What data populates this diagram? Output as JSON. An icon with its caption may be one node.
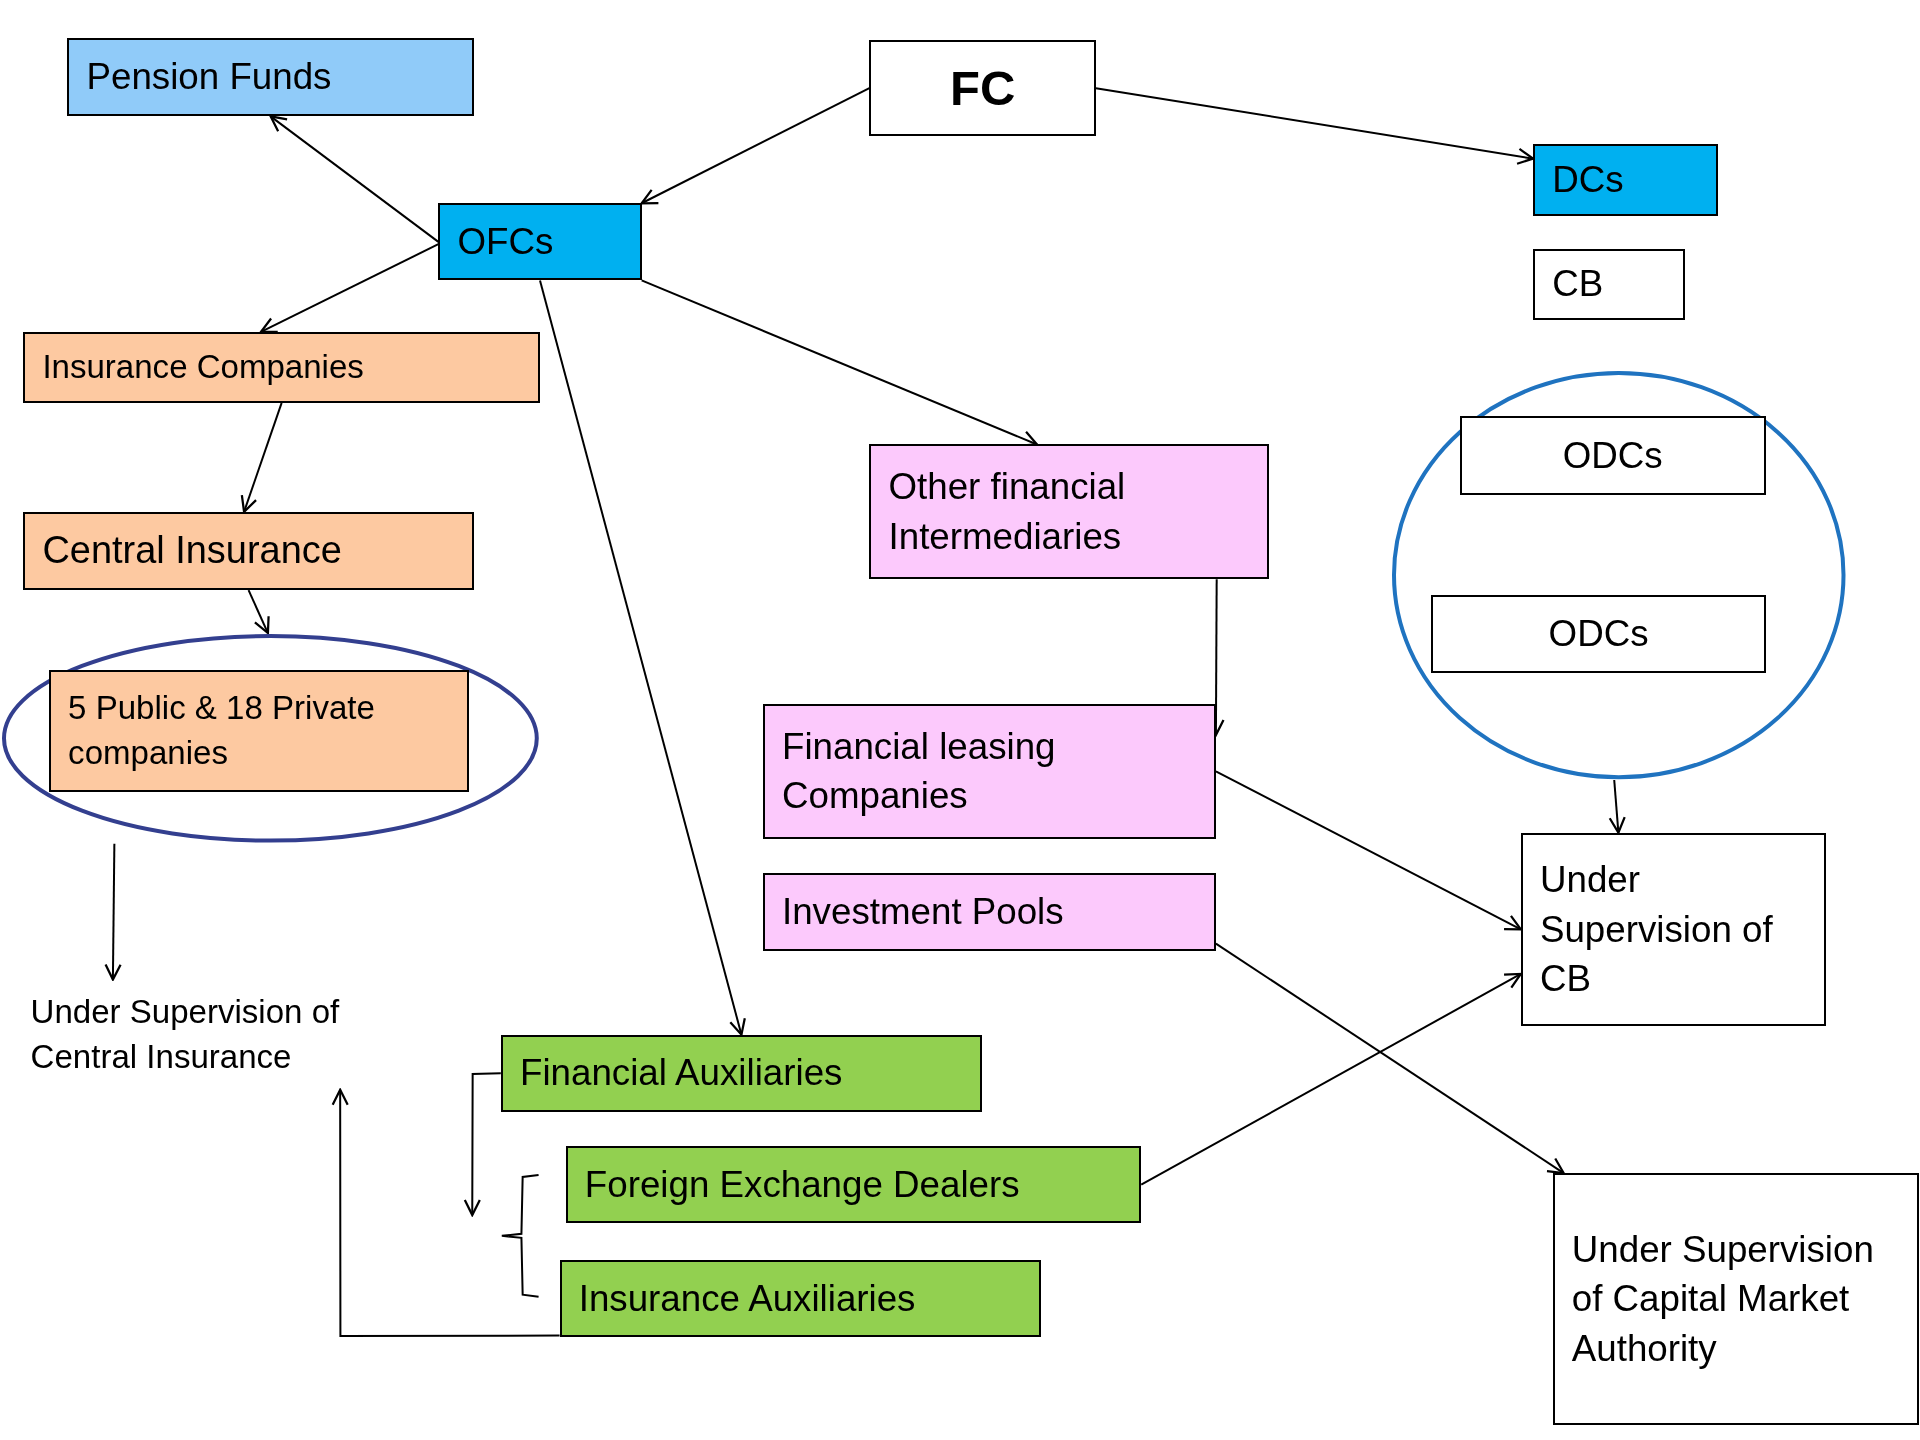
{
  "diagram": {
    "nodes": [
      {
        "text": [
          "FC"
        ]
      },
      {
        "text": [
          "Pension Funds"
        ]
      },
      {
        "text": [
          "OFCs"
        ]
      },
      {
        "text": [
          "DCs"
        ]
      },
      {
        "text": [
          "CB"
        ]
      },
      {
        "text": [
          "Insurance Companies"
        ]
      },
      {
        "text": [
          "Other financial Intermediaries"
        ]
      },
      {
        "text": [],
        "shape": "circle"
      },
      {
        "text": [
          "ODCs"
        ],
        "in": 7
      },
      {
        "text": [
          "ODCs"
        ],
        "in": 7
      },
      {
        "text": [
          "Central Insurance"
        ]
      },
      {
        "text": [],
        "shape": "circle"
      },
      {
        "text": [
          "5 Public & 18 Private companies"
        ],
        "in": 11
      },
      {
        "text": [
          "Financial leasing Companies"
        ]
      },
      {
        "text": [
          "Investment Pools"
        ]
      },
      {
        "text": [
          "Under Supervision of CB"
        ]
      },
      {
        "text": [
          "Under Supervision of Central Insurance"
        ]
      },
      {
        "text": [
          "Financial Auxiliaries"
        ]
      },
      {
        "text": [
          "Foreign Exchange Dealers"
        ]
      },
      {
        "text": [
          "Insurance Auxiliaries"
        ]
      },
      {
        "text": [
          "Under Supervision of Capital Market Authority"
        ]
      },
      {
        "text": [],
        "shape": "bracket"
      }
    ],
    "edges": [
      {
        "from": 0,
        "to": 2,
        "arrow": "to"
      },
      {
        "from": 0,
        "to": 3,
        "arrow": "to"
      },
      {
        "from": 2,
        "to": 1,
        "arrow": "to"
      },
      {
        "from": 2,
        "to": 5,
        "arrow": "to"
      },
      {
        "from": 2,
        "to": 6,
        "arrow": "to"
      },
      {
        "from": 2,
        "to": 17,
        "arrow": "to"
      },
      {
        "from": 5,
        "to": 10,
        "arrow": "to"
      },
      {
        "from": 10,
        "to": 11,
        "arrow": "to"
      },
      {
        "from": 6,
        "to": 13,
        "arrow": "to"
      },
      {
        "from": 13,
        "to": 15,
        "arrow": "to"
      },
      {
        "from": 14,
        "to": 20,
        "arrow": "to"
      },
      {
        "from": 18,
        "to": 15,
        "arrow": "to"
      },
      {
        "from": 7,
        "to": 15,
        "arrow": "to"
      },
      {
        "from": 11,
        "to": 16,
        "arrow": "to"
      },
      {
        "from": 17,
        "to": 21,
        "arrow": "to"
      },
      {
        "from": 19,
        "to": 16,
        "arrow": "to"
      }
    ]
  }
}
